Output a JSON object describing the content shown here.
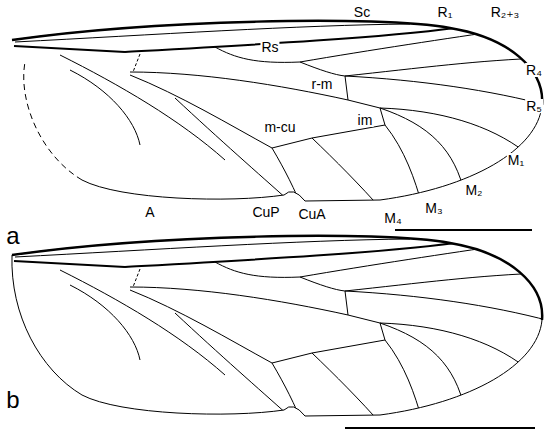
{
  "diagram": {
    "labels": [
      "Sc",
      "R₁",
      "R₂₊₃",
      "Rs",
      "R₄",
      "r-m",
      "R₅",
      "m-cu",
      "im",
      "M₁",
      "M₂",
      "A",
      "CuP",
      "CuA",
      "M₃",
      "M₄",
      "a",
      "b"
    ]
  }
}
